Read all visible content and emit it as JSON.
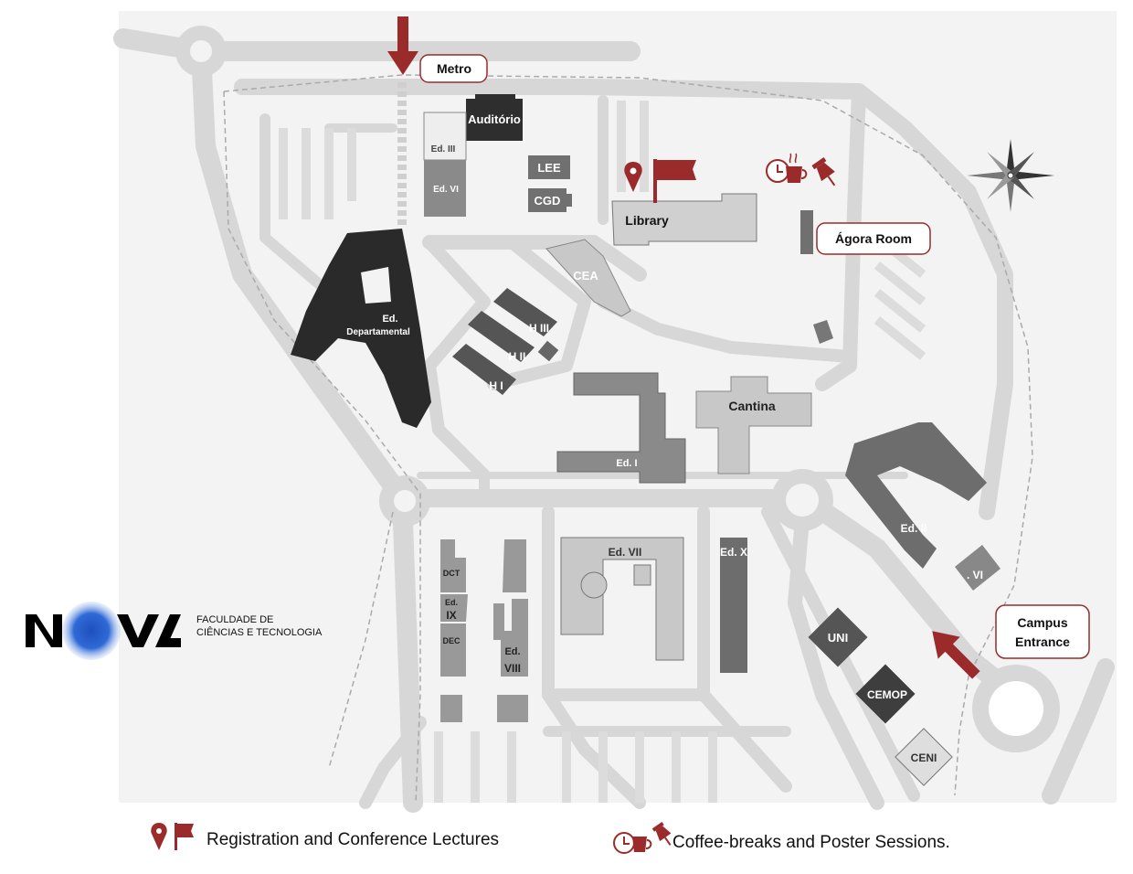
{
  "callouts": {
    "metro": "Metro",
    "agora": "Ágora Room",
    "campus_entrance_line1": "Campus",
    "campus_entrance_line2": "Entrance"
  },
  "buildings": {
    "auditorio": "Auditório",
    "ed_iii": "Ed. III",
    "ed_vi": "Ed. VI",
    "lee": "LEE",
    "cgd": "CGD",
    "library": "Library",
    "cea": "CEA",
    "ed_departamental_line1": "Ed.",
    "ed_departamental_line2": "Departamental",
    "h_iii": "H III",
    "h_ii": "H II",
    "h_i": "H I",
    "ed_i": "Ed. I",
    "cantina": "Cantina",
    "ed_ii": "Ed. II",
    "vi_small": ". VI",
    "dct": "DCT",
    "ed_ix_line1": "Ed.",
    "ed_ix_line2": "IX",
    "dec": "DEC",
    "ed_viii_line1": "Ed.",
    "ed_viii_line2": "VIII",
    "ed_vii": "Ed. VII",
    "ed_x": "Ed. X",
    "uni": "UNI",
    "cemop": "CEMOP",
    "ceni": "CENI"
  },
  "logo": {
    "name": "NOVA",
    "line1": "FACULDADE DE",
    "line2": "CIÊNCIAS E TECNOLOGIA"
  },
  "legend": {
    "registration": "Registration and Conference Lectures",
    "coffee": "Coffee-breaks and Poster Sessions."
  },
  "colors": {
    "accent_red": "#9b2b2b",
    "road": "#d9d9d9",
    "building_dark": "#2b2b2b",
    "building_mid": "#7a7a7a",
    "building_light": "#c8c8c8"
  },
  "icons": [
    "location-pin-icon",
    "flag-icon",
    "clock-icon",
    "coffee-cup-icon",
    "pushpin-icon",
    "compass-rose-icon",
    "arrow-down-icon",
    "arrow-up-left-icon"
  ]
}
